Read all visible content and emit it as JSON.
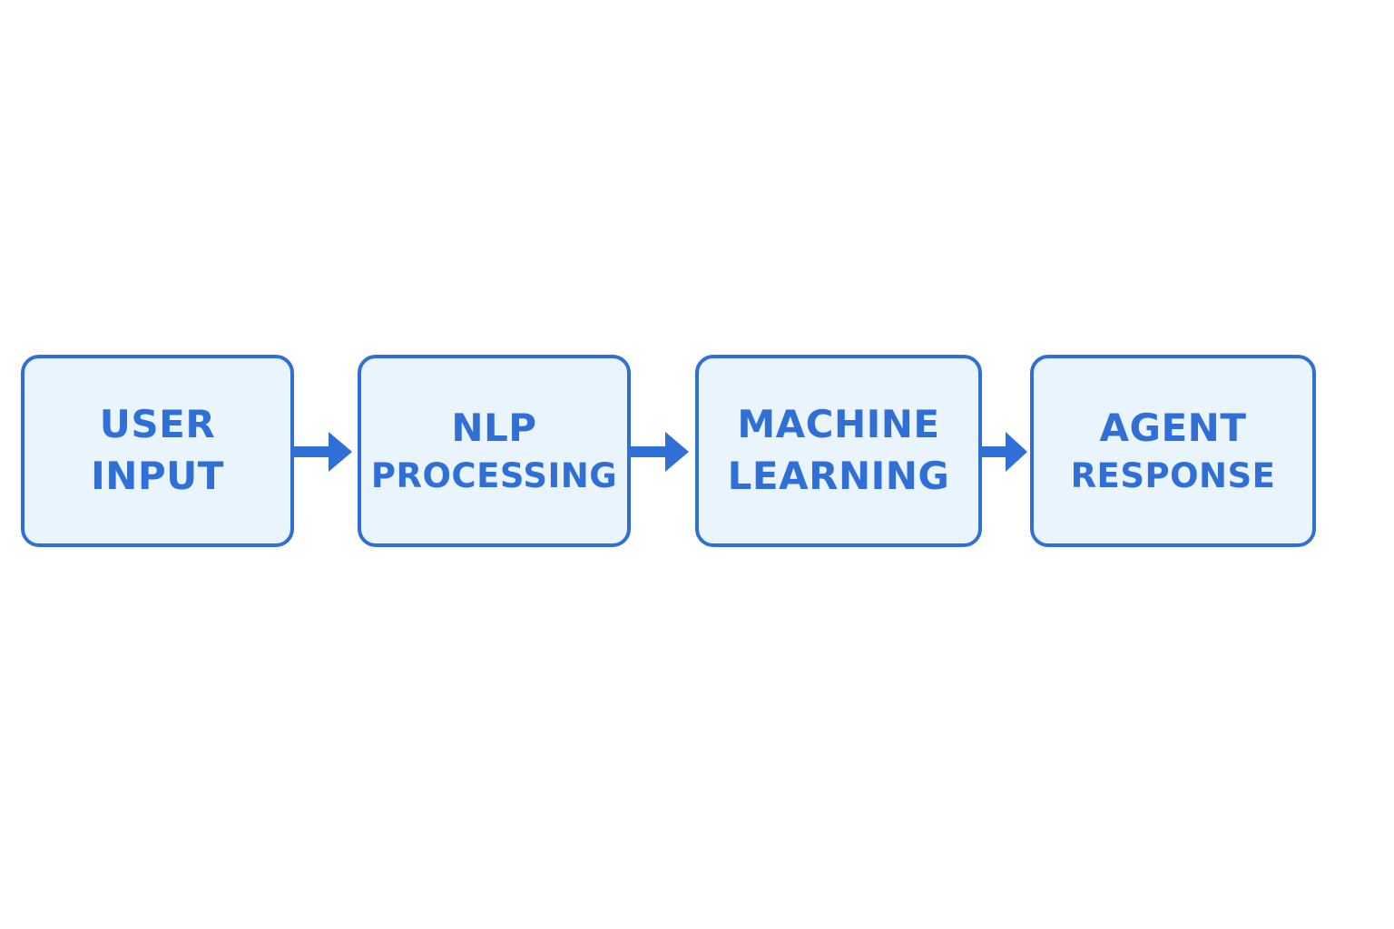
{
  "diagram": {
    "accent_color": "#2f6fd6",
    "box_fill_color": "#eaf4fd",
    "nodes": [
      {
        "line1": "USER",
        "line2": "INPUT"
      },
      {
        "line1": "NLP",
        "line2": "PROCESSING"
      },
      {
        "line1": "MACHINE",
        "line2": "LEARNING"
      },
      {
        "line1": "AGENT",
        "line2": "RESPONSE"
      }
    ],
    "edges": [
      {
        "from": 0,
        "to": 1,
        "icon": "arrow-right-icon"
      },
      {
        "from": 1,
        "to": 2,
        "icon": "arrow-right-icon"
      },
      {
        "from": 2,
        "to": 3,
        "icon": "arrow-right-icon"
      }
    ]
  }
}
